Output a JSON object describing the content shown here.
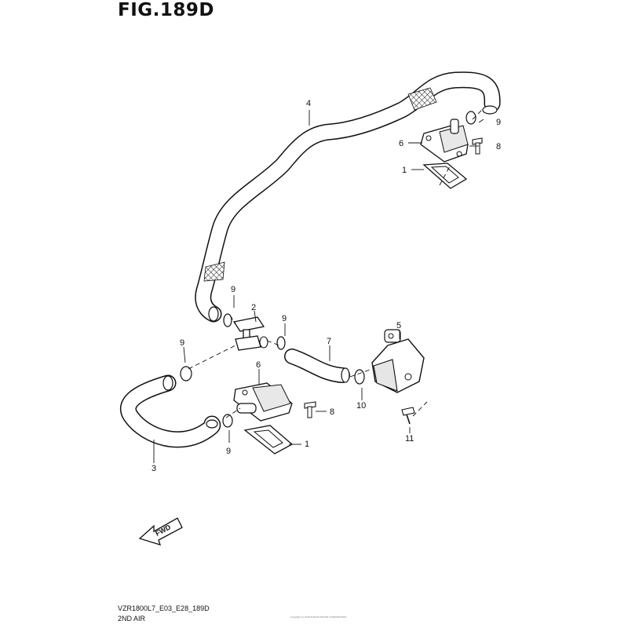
{
  "figure": {
    "title": "FIG.189D",
    "footer_code": "VZR1800L7_E03_E28_189D",
    "footer_name": "2ND AIR",
    "copyright": "Copyright (c) 2016 SUZUKI MOTOR CORPORATION"
  },
  "callouts": {
    "p1a": "1",
    "p1b": "1",
    "p2": "2",
    "p3": "3",
    "p4": "4",
    "p5": "5",
    "p6a": "6",
    "p6b": "6",
    "p7": "7",
    "p8a": "8",
    "p8b": "8",
    "p9a": "9",
    "p9b": "9",
    "p9c": "9",
    "p9d": "9",
    "p9e": "9",
    "p10": "10",
    "p11": "11"
  },
  "fwd_label": "FWD",
  "colors": {
    "line": "#111111",
    "fill": "#ffffff",
    "shade": "#cccccc"
  }
}
